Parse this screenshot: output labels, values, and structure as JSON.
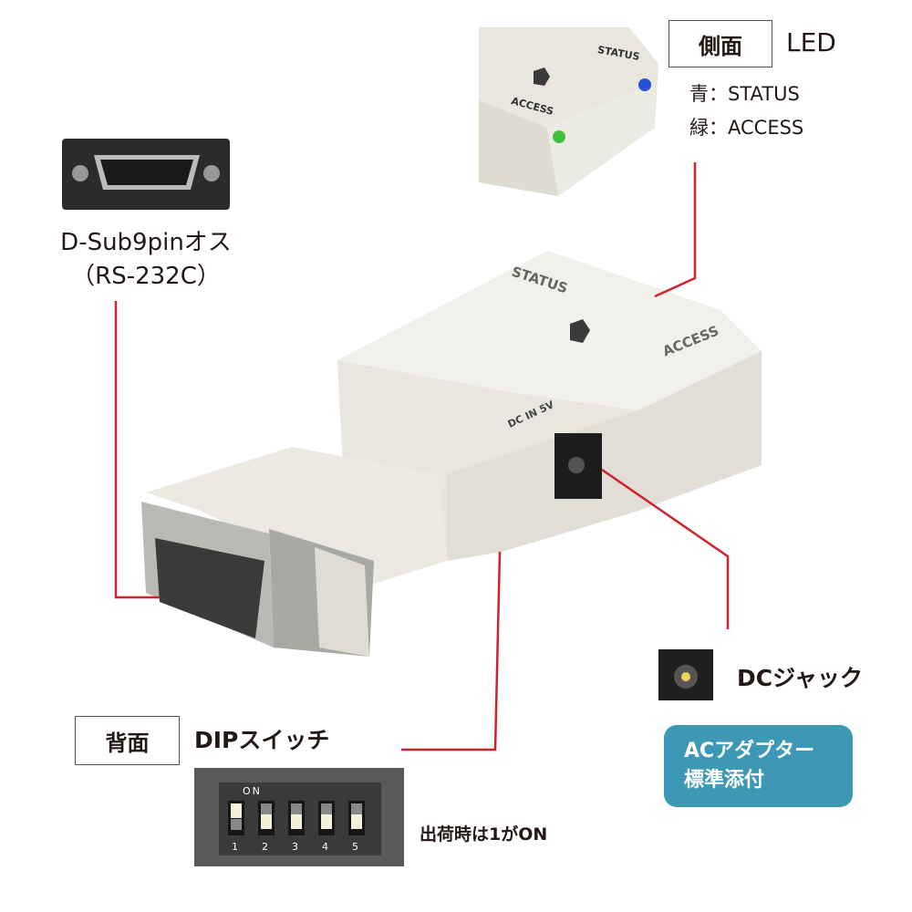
{
  "side": {
    "box_label": "側面",
    "title": "LED",
    "lines": [
      "青：STATUS",
      "緑：ACCESS"
    ],
    "photo_labels": {
      "status": "STATUS",
      "access": "ACCESS"
    }
  },
  "dsub": {
    "title": "D-Sub9pinオス",
    "subtitle": "（RS-232C）"
  },
  "device": {
    "status": "STATUS",
    "access": "ACCESS",
    "dc_label": "DC IN 5V"
  },
  "dc": {
    "label": "DCジャック"
  },
  "badge": {
    "lines": [
      "ACアダプター",
      "標準添付"
    ]
  },
  "back": {
    "box_label": "背面",
    "title": "DIPスイッチ"
  },
  "dip": {
    "on_label": "ON",
    "switches": [
      "1",
      "2",
      "3",
      "4",
      "5"
    ],
    "on_states": [
      true,
      false,
      false,
      false,
      false
    ],
    "note": "出荷時は1がON"
  },
  "colors": {
    "leader": "#d0202a",
    "badge": "#3d98b6",
    "led_blue": "#2a4fd8",
    "led_green": "#3fc23a"
  }
}
